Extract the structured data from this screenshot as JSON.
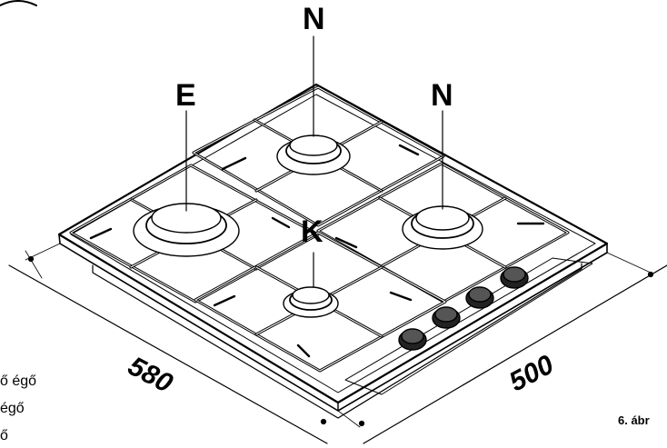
{
  "burner_labels": {
    "n_top": "N",
    "n_right": "N",
    "e": "E",
    "k": "K"
  },
  "dimensions": {
    "width": "580",
    "depth": "500"
  },
  "legend_fragments": [
    "ő égő",
    "égő",
    "ő"
  ],
  "caption": "6. ábr"
}
